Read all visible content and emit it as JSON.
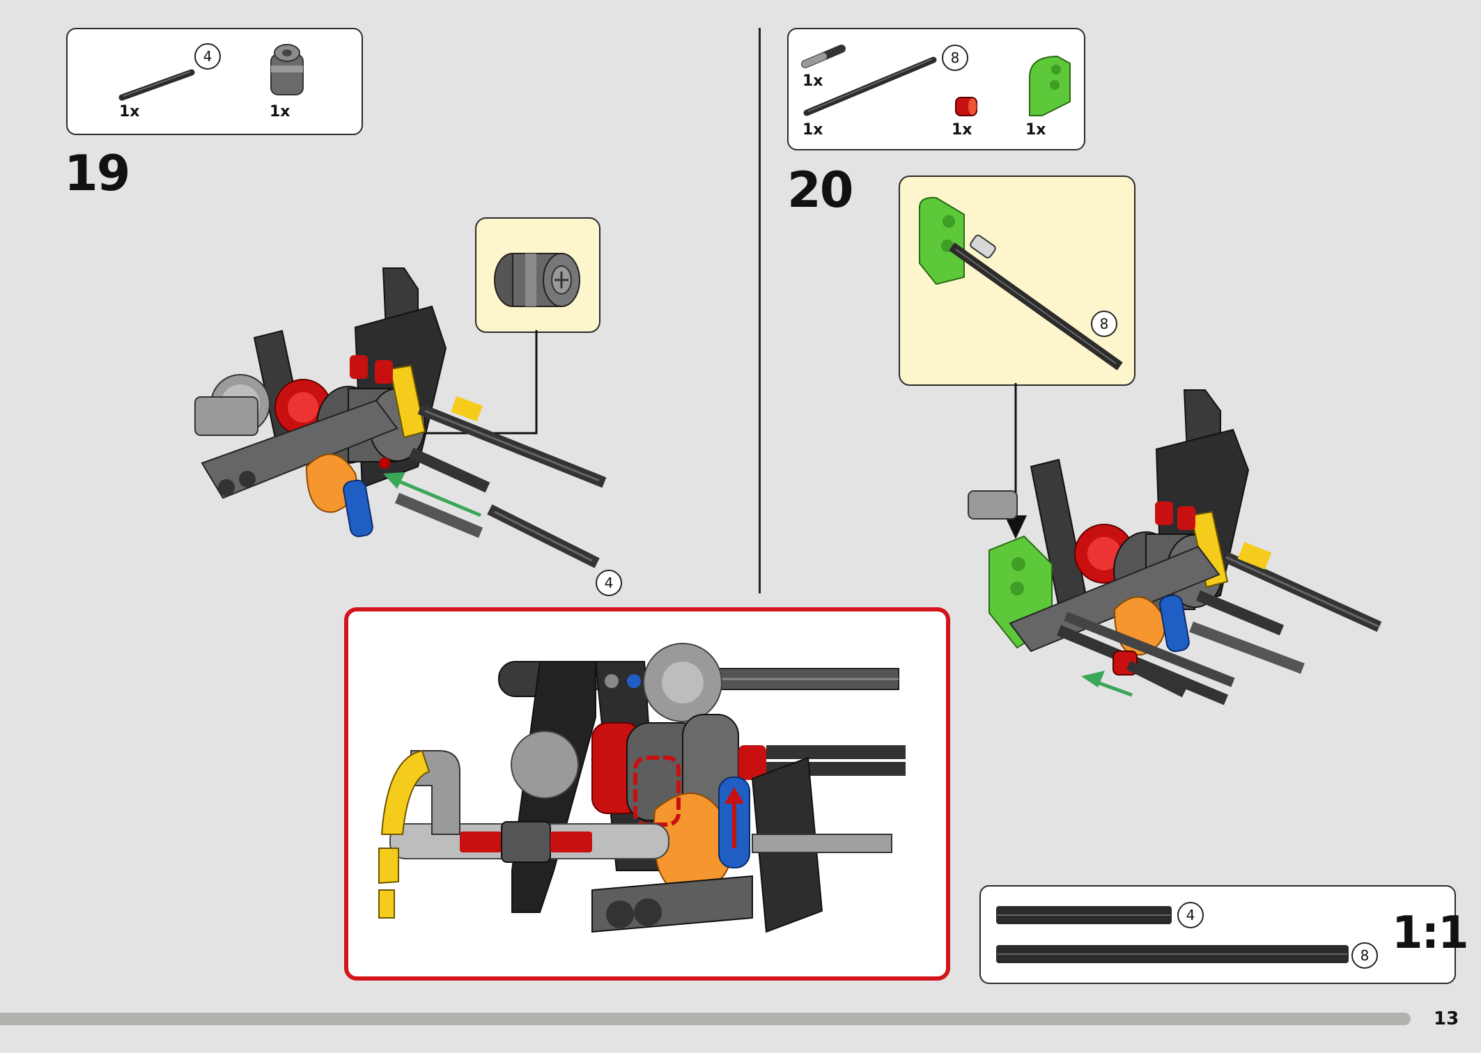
{
  "step19": {
    "number": "19",
    "parts": [
      {
        "qty": "1x",
        "length": "4"
      },
      {
        "qty": "1x"
      }
    ],
    "axle_callout": "4"
  },
  "step20": {
    "number": "20",
    "parts": [
      {
        "qty": "1x"
      },
      {
        "qty": "1x",
        "length": "8"
      },
      {
        "qty": "1x"
      },
      {
        "qty": "1x"
      }
    ],
    "callout_length": "8"
  },
  "scale_box": {
    "scale": "1:1",
    "axles": [
      {
        "length": "4",
        "color": "#333333"
      },
      {
        "length": "8",
        "color": "#333333"
      }
    ]
  },
  "page_number": "13",
  "colors": {
    "highlight_red": "#d3141b",
    "callout_yellow": "#fdf6cd",
    "arrow_green": "#3aa657",
    "lime": "#5cc83a",
    "blue": "#1f5fc4",
    "orange": "#f5962e",
    "yellow": "#f5cc1b"
  }
}
